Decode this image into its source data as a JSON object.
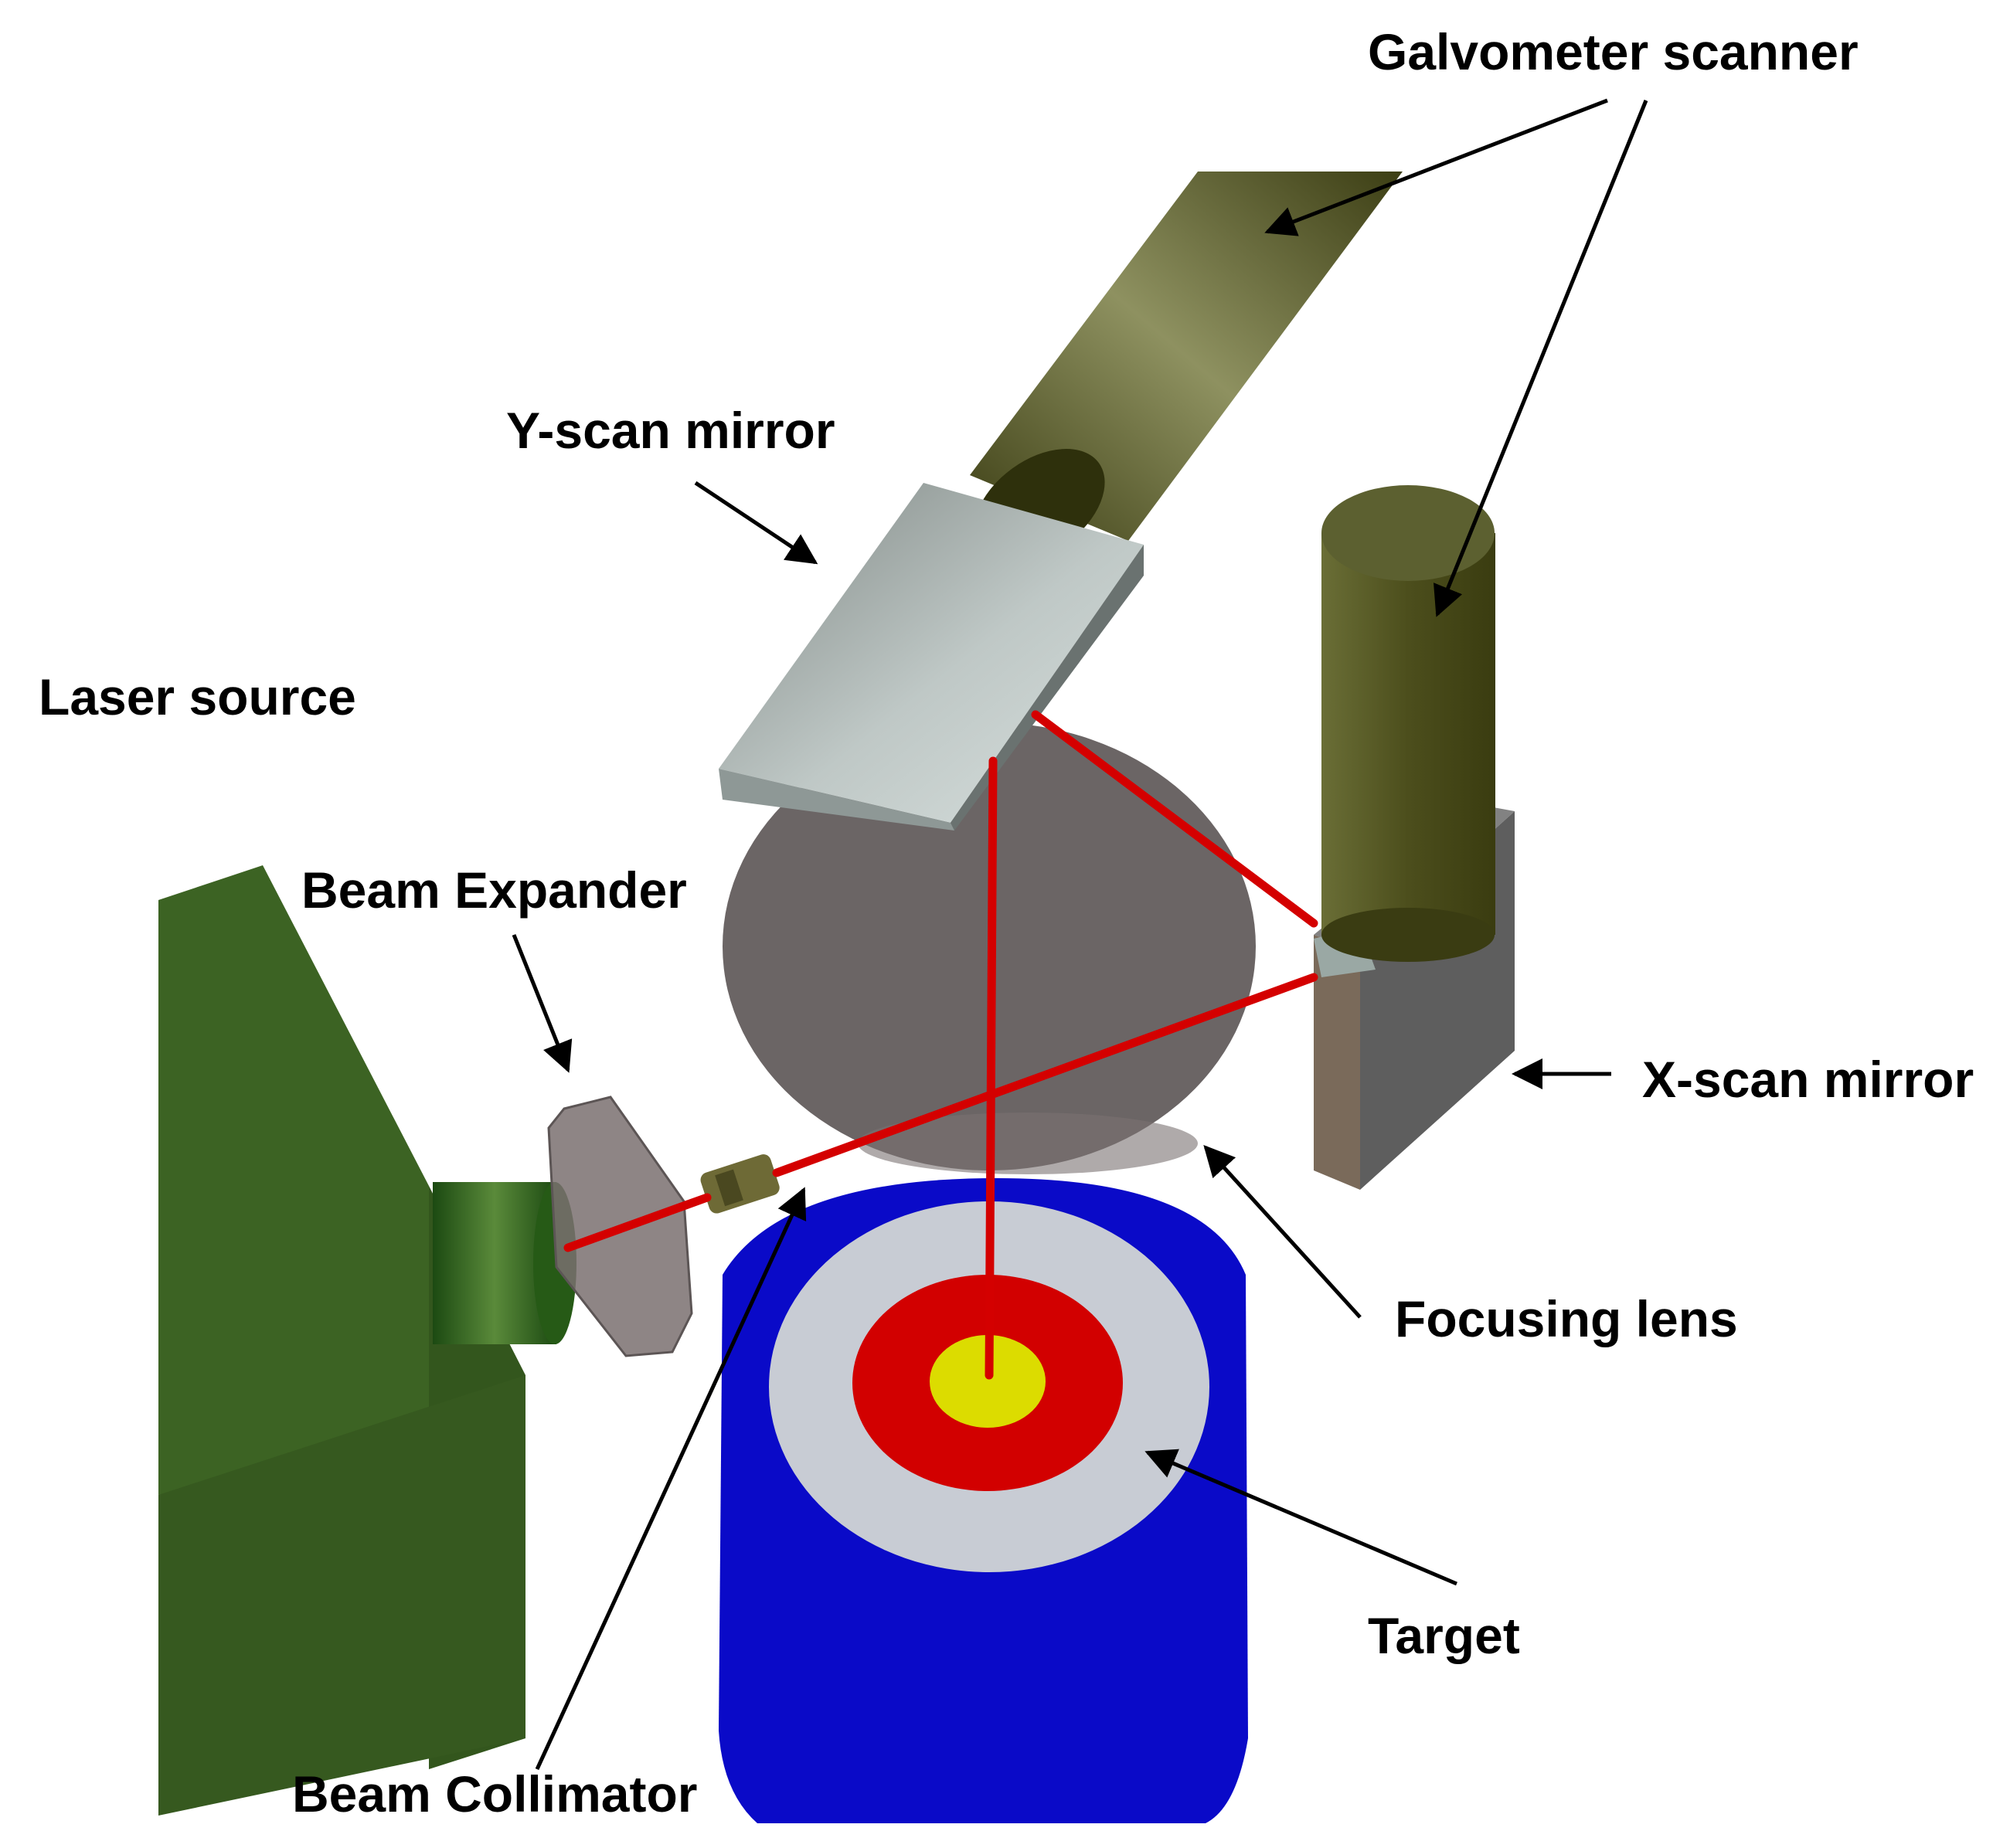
{
  "labels": {
    "galvometer_scanner": "Galvometer scanner",
    "y_scan_mirror": "Y-scan mirror",
    "laser_source": "Laser source",
    "beam_expander": "Beam Expander",
    "x_scan_mirror": "X-scan mirror",
    "focusing_lens": "Focusing lens",
    "target": "Target",
    "beam_collimator": "Beam Collimator"
  },
  "colors": {
    "laser_housing": "#3e6423",
    "galvo_motor": "#575a27",
    "mirror": "#a8b0ae",
    "lens": "#6e6868",
    "x_mount": "#606060",
    "target_base": "#0a0ac8",
    "target_ring_outer": "#c8ccd4",
    "target_ring_mid": "#d20000",
    "target_center": "#dcdc00",
    "laser_beam": "#d40000"
  },
  "icons": {
    "pointer": "arrow-pointer-icon"
  }
}
